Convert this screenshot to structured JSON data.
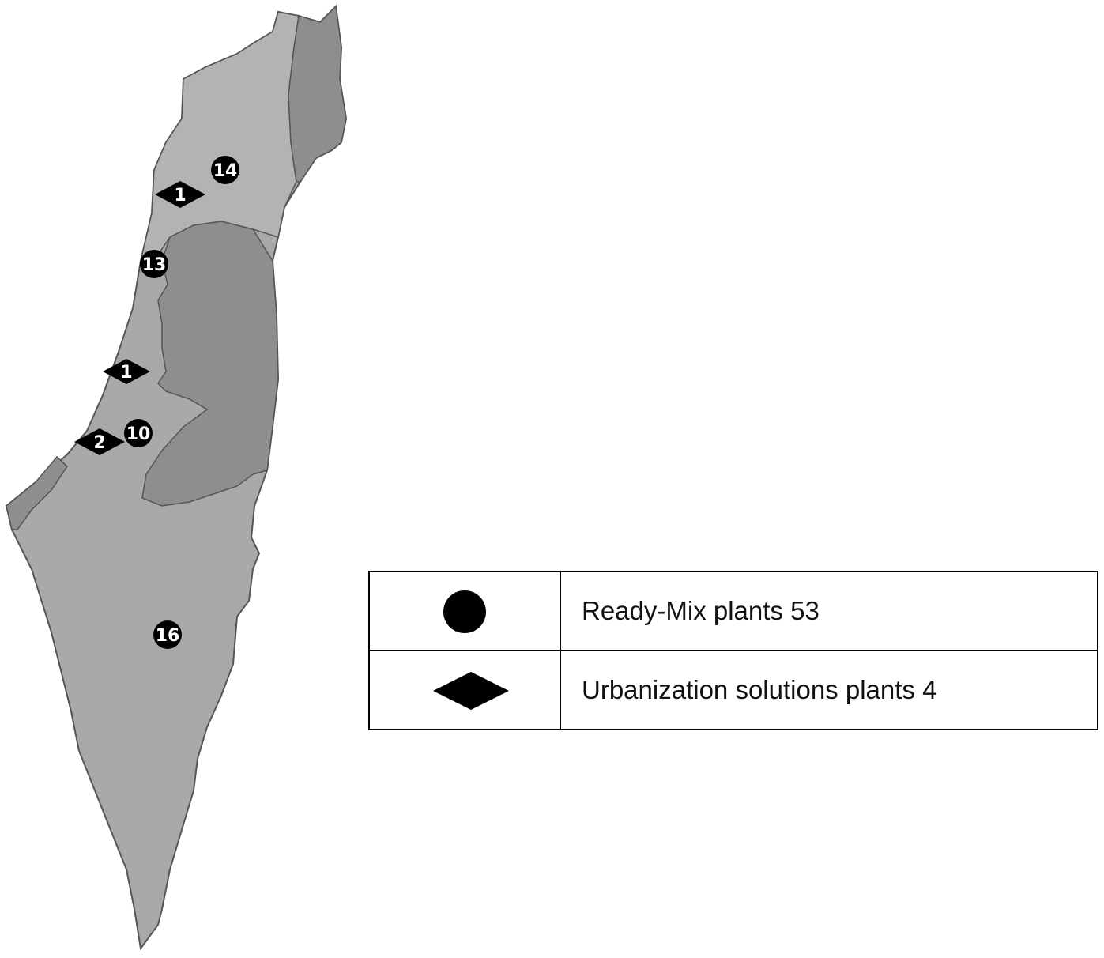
{
  "legend": {
    "items": [
      {
        "symbol": "circle-icon",
        "label": "Ready-Mix plants 53"
      },
      {
        "symbol": "diamond-icon",
        "label": "Urbanization solutions plants 4"
      }
    ]
  },
  "markers": [
    {
      "type": "circle",
      "label": "14"
    },
    {
      "type": "diamond",
      "label": "1"
    },
    {
      "type": "circle",
      "label": "13"
    },
    {
      "type": "diamond",
      "label": "1"
    },
    {
      "type": "circle",
      "label": "10"
    },
    {
      "type": "diamond",
      "label": "2"
    },
    {
      "type": "circle",
      "label": "16"
    }
  ],
  "colors": {
    "land": "#a9a9a9",
    "region_dark": "#8e8e8e",
    "border": "#555555",
    "marker": "#000000",
    "marker_text": "#ffffff"
  }
}
